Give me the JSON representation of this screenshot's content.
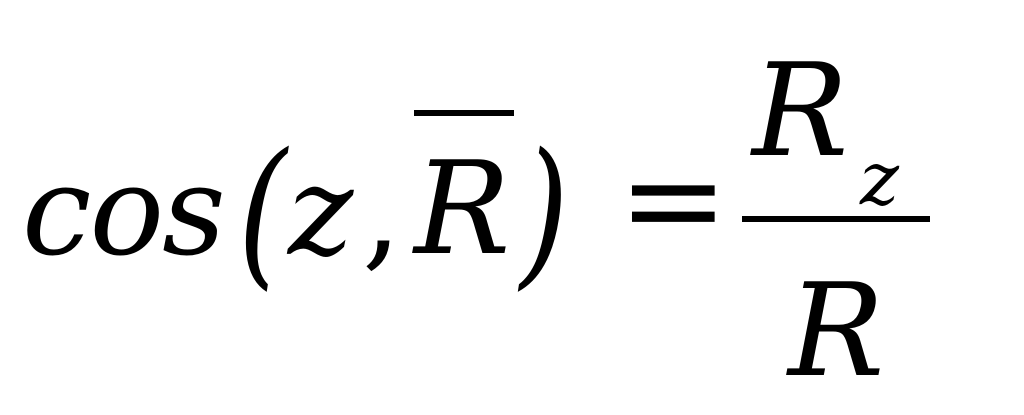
{
  "formula": {
    "function_name": "cos",
    "paren_open": "(",
    "variable": "z",
    "comma": ",",
    "vector": "R",
    "paren_close": ")",
    "equals": "=",
    "numerator": "R",
    "numerator_subscript": "z",
    "denominator": "R"
  },
  "colors": {
    "ink": "#000000",
    "background": "#ffffff"
  }
}
